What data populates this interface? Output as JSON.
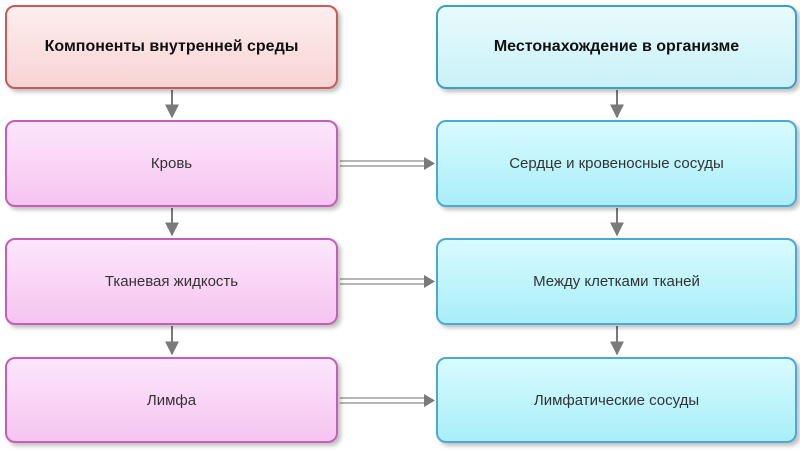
{
  "left_column": {
    "header": "Компоненты внутренней среды",
    "items": [
      "Кровь",
      "Тканевая жидкость",
      "Лимфа"
    ]
  },
  "right_column": {
    "header": "Местонахождение в организме",
    "items": [
      "Сердце и кровеносные сосуды",
      "Между клетками тканей",
      "Лимфатические сосуды"
    ]
  },
  "colors": {
    "header_left_border": "#c85a5a",
    "header_right_border": "#3e9fc4",
    "item_left_border": "#c35fb8",
    "item_right_border": "#4ea8d4",
    "arrow": "#7a7a7a"
  }
}
